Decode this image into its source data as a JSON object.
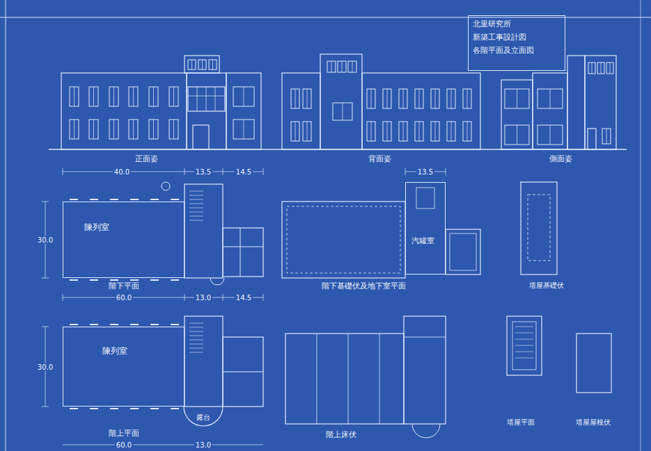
{
  "diagram": {
    "nodes": [
      {
        "text": [
          "北里研究所",
          "新築工事設計図",
          "各階平面及立面図"
        ]
      },
      {
        "text": [
          "陳列室"
        ]
      },
      {
        "text": [
          "陳列室"
        ]
      },
      {
        "text": [
          "汽罐室"
        ]
      }
    ],
    "labels": [
      "正面姿",
      "背面姿",
      "側面姿",
      "階下平面",
      "階下基礎伏及地下室平面",
      "塔屋基礎伏",
      "階上平面",
      "階上床伏",
      "塔屋平面",
      "塔屋屋根伏",
      "40.0",
      "13.5",
      "14.5",
      "30.0",
      "60.0",
      "13.0",
      "14.5",
      "30.0",
      "60.0",
      "13.0",
      "13.5",
      "露台"
    ]
  }
}
